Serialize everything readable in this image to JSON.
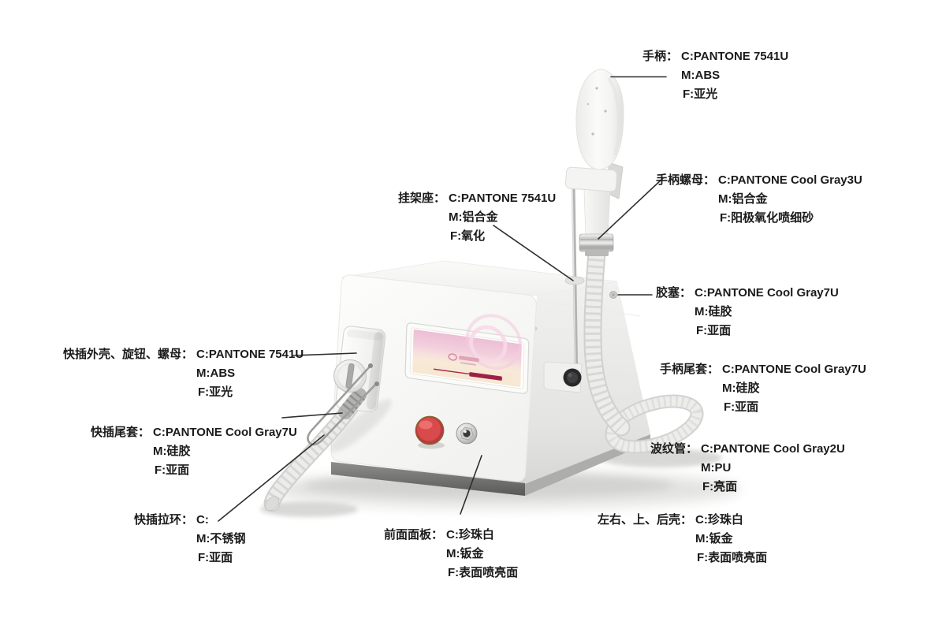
{
  "palette": {
    "machine_body": "#f6f6f4",
    "side_panel": "#e6e6e4",
    "screen_pink": "#eec3d7",
    "screen_cream": "#f7e9d4",
    "estop_red": "#d9484b",
    "logo_accent": "#9e2047",
    "leader_line": "#2e2e2e",
    "label_text": "#1b1b1b"
  },
  "labels": [
    {
      "id": "handle",
      "name": "手柄：",
      "c": "C:PANTONE 7541U",
      "m": "M:ABS",
      "f": "F:亚光"
    },
    {
      "id": "hanger-seat",
      "name": "挂架座：",
      "c": "C:PANTONE 7541U",
      "m": "M:铝合金",
      "f": "F:氧化"
    },
    {
      "id": "handle-nut",
      "name": "手柄螺母：",
      "c": "C:PANTONE Cool Gray3U",
      "m": "M:铝合金",
      "f": "F:阳极氧化喷细砂"
    },
    {
      "id": "rubber-plug",
      "name": "胶塞：",
      "c": "C:PANTONE Cool Gray7U",
      "m": "M:硅胶",
      "f": "F:亚面"
    },
    {
      "id": "handle-tail-sleeve",
      "name": "手柄尾套：",
      "c": "C:PANTONE Cool Gray7U",
      "m": "M:硅胶",
      "f": "F:亚面"
    },
    {
      "id": "corrugated-tube",
      "name": "波纹管：",
      "c": "C:PANTONE Cool Gray2U",
      "m": "M:PU",
      "f": "F:亮面"
    },
    {
      "id": "shell-panels",
      "name": "左右、上、后壳：",
      "c": "C:珍珠白",
      "m": "M:钣金",
      "f": "F:表面喷亮面"
    },
    {
      "id": "front-panel",
      "name": "前面面板：",
      "c": "C:珍珠白",
      "m": "M:钣金",
      "f": "F:表面喷亮面"
    },
    {
      "id": "quick-connect-housing",
      "name": "快插外壳、旋钮、螺母：",
      "c": "C:PANTONE 7541U",
      "m": "M:ABS",
      "f": "F:亚光"
    },
    {
      "id": "quick-connect-tail",
      "name": "快插尾套：",
      "c": "C:PANTONE Cool Gray7U",
      "m": "M:硅胶",
      "f": "F:亚面"
    },
    {
      "id": "quick-connect-ring",
      "name": "快插拉环：",
      "c": "C:",
      "m": "M:不锈钢",
      "f": "F:亚面"
    }
  ]
}
